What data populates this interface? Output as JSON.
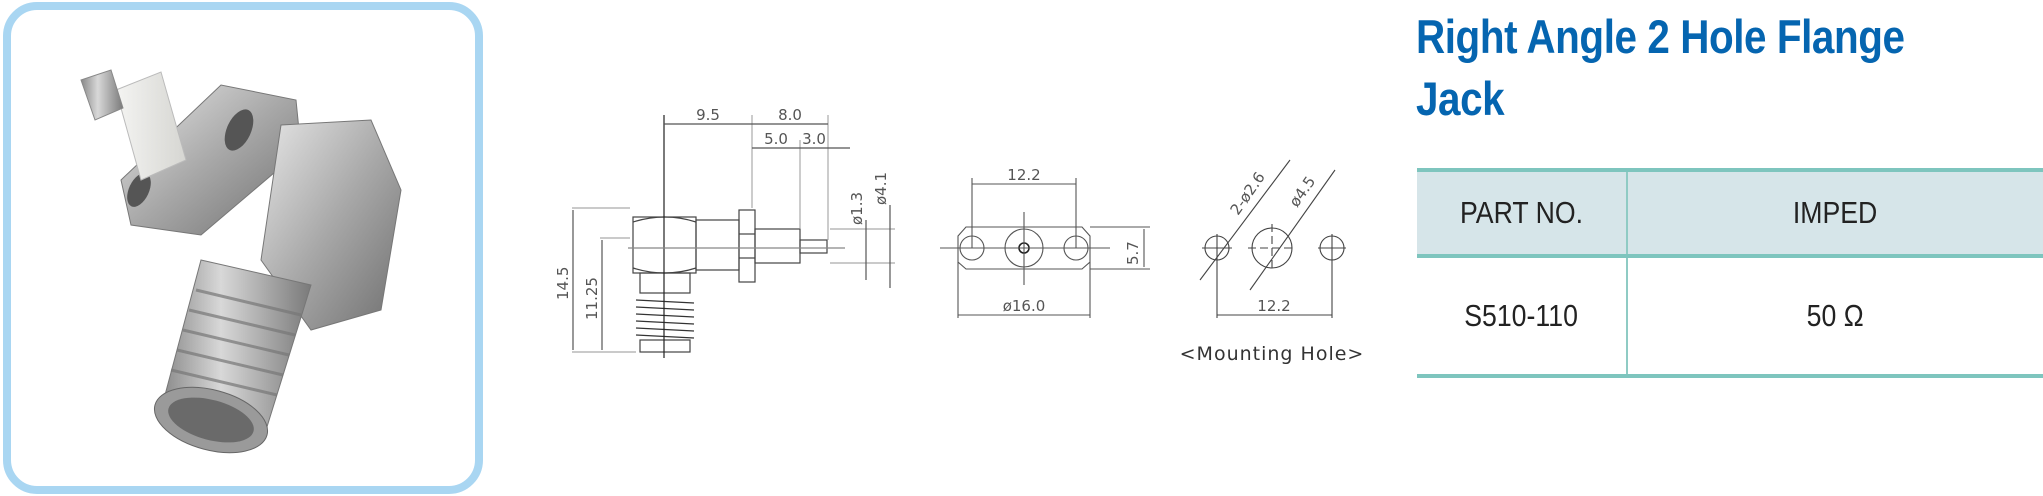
{
  "product": {
    "title_line1": "Right Angle 2 Hole Flange",
    "title_line2": "Jack",
    "image_alt": "Right angle 2 hole flange SMA jack connector photo"
  },
  "drawing": {
    "side_view": {
      "dim_top_left": "9.5",
      "dim_top_right": "8.0",
      "dim_mid_left": "5.0",
      "dim_mid_right": "3.0",
      "dim_pin_dia": "ø1.3",
      "dim_body_dia": "ø4.1",
      "dim_height_total": "14.5",
      "dim_height_center": "11.25"
    },
    "front_view": {
      "dim_hole_spacing": "12.2",
      "dim_height": "5.7",
      "dim_width": "ø16.0"
    },
    "mounting_hole": {
      "dim_small_holes": "2-ø2.6",
      "dim_center_hole": "ø4.5",
      "dim_spacing": "12.2",
      "caption": "<Mounting Hole>"
    }
  },
  "spec_table": {
    "headers": [
      "PART NO.",
      "IMPED"
    ],
    "rows": [
      [
        "S510-110",
        "50 Ω"
      ]
    ]
  },
  "colors": {
    "title": "#0565B0",
    "frame_border": "#A9D6F2",
    "table_header_bg": "#D6E5E9",
    "table_rule": "#7EC5BE"
  }
}
